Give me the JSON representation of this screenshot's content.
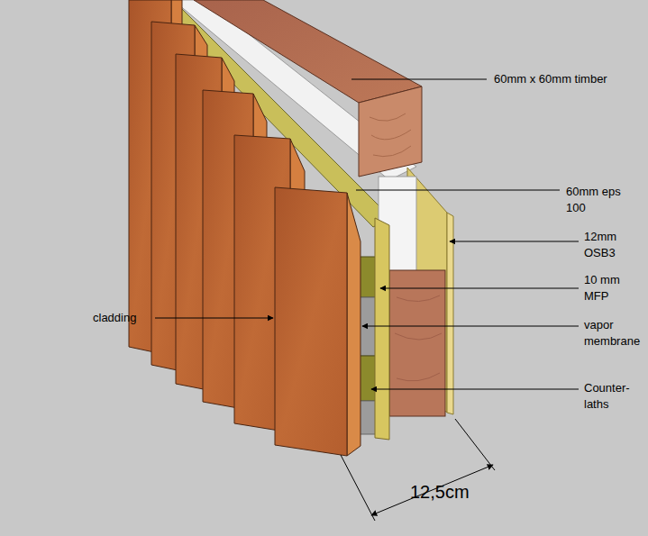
{
  "diagram": {
    "labels": [
      "60mm x 60mm timber",
      "60mm eps 100",
      "12mm OSB3",
      "10 mm MFP",
      "vapor membrane",
      "Counter- laths",
      "cladding",
      "12,5cm"
    ]
  }
}
